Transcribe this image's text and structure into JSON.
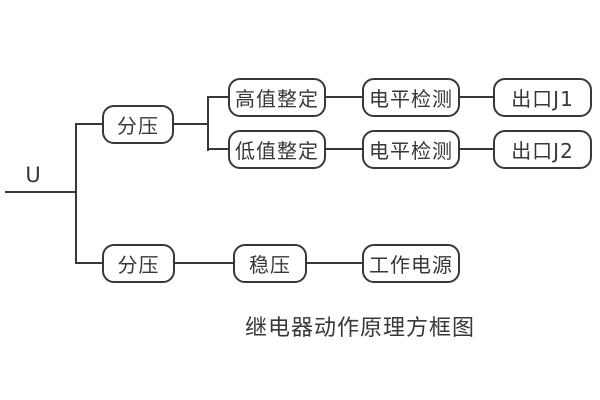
{
  "diagram": {
    "title": "继电器动作原理方框图",
    "input_label": "U",
    "nodes": {
      "divider_top": {
        "label": "分压"
      },
      "high_set": {
        "label": "高值整定"
      },
      "low_set": {
        "label": "低值整定"
      },
      "level_detect_1": {
        "label": "电平检测"
      },
      "level_detect_2": {
        "label": "电平检测"
      },
      "output_j1": {
        "label": "出口J1"
      },
      "output_j2": {
        "label": "出口J2"
      },
      "divider_bottom": {
        "label": "分压"
      },
      "regulator": {
        "label": "稳压"
      },
      "working_power": {
        "label": "工作电源"
      }
    },
    "colors": {
      "line": "#3a3734",
      "text": "#3a3734",
      "background": "#ffffff"
    }
  }
}
